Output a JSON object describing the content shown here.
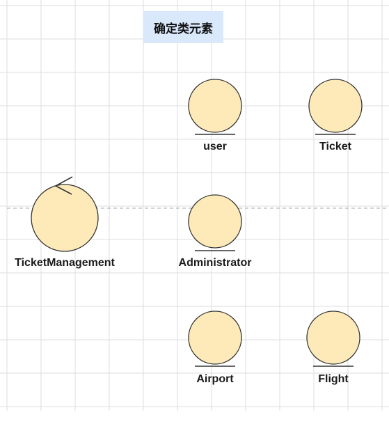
{
  "title": "确定类元素",
  "elements": [
    {
      "kind": "entity",
      "label": "user"
    },
    {
      "kind": "entity",
      "label": "Ticket"
    },
    {
      "kind": "control",
      "label": "TicketManagement"
    },
    {
      "kind": "entity",
      "label": "Administrator"
    },
    {
      "kind": "entity",
      "label": "Airport"
    },
    {
      "kind": "entity",
      "label": "Flight"
    }
  ],
  "colors": {
    "entity_fill": "#fdeab8",
    "stroke": "#333333",
    "grid": "#dddddd",
    "title_bg": "#dae8fc"
  }
}
